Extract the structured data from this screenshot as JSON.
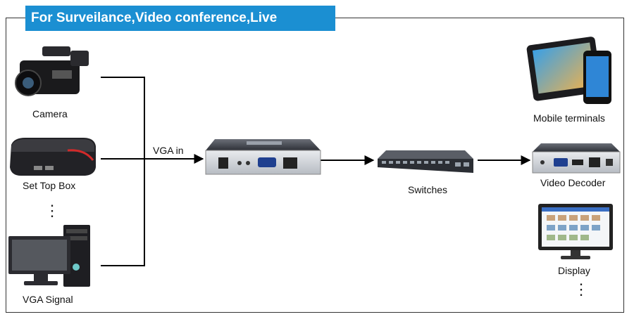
{
  "banner": {
    "title": "For Surveilance,Video conference,Live Streaming"
  },
  "sources": {
    "camera": "Camera",
    "set_top_box": "Set Top Box",
    "vga_signal": "VGA Signal"
  },
  "edge_label": "VGA in",
  "switch_label": "Switches",
  "outputs": {
    "mobile": "Mobile terminals",
    "decoder": "Video Decoder",
    "display": "Display"
  },
  "more_marker": "⋮",
  "icons": [
    "video-camera-icon",
    "set-top-box-icon",
    "desktop-computer-icon",
    "video-encoder-icon",
    "network-switch-icon",
    "tablet-phone-icon",
    "video-decoder-icon",
    "monitor-icon"
  ],
  "colors": {
    "banner": "#1b8fd2",
    "line": "#000000"
  }
}
